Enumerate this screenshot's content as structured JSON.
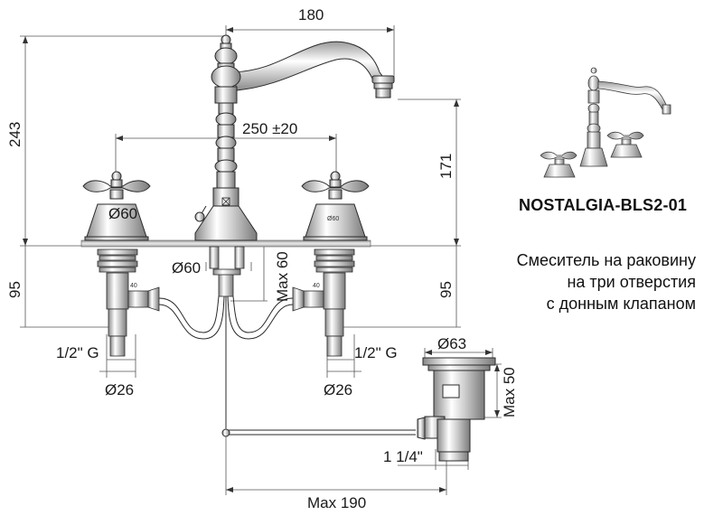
{
  "product": {
    "code": "NOSTALGIA-BLS2-01",
    "description_lines": [
      "Смеситель на раковину",
      "на три отверстия",
      "с донным клапаном"
    ]
  },
  "dimensions": {
    "spout_reach": "180",
    "total_height": "243",
    "spout_height": "171",
    "handle_spacing": "250 ±20",
    "handle_rosette_dia": "Ø60",
    "handle_rosette_dia_small": "Ø60",
    "body_base_dia": "Ø60",
    "max_depth_body": "Max 60",
    "below_deck_left": "95",
    "below_deck_right": "95",
    "thread_left": "1/2\" G",
    "thread_right": "1/2\" G",
    "shank_dia_left": "Ø26",
    "shank_dia_right": "Ø26",
    "drain_flange_dia": "Ø63",
    "drain_max_height": "Max 50",
    "drain_thread": "1 1/4\"",
    "rod_max_length": "Max 190",
    "small_mark_1": "40",
    "small_mark_2": "40"
  },
  "colors": {
    "line": "#2a2a2a",
    "dim_line": "#555555",
    "chrome_light": "#f2f2f2",
    "chrome_mid": "#bdbdbd",
    "chrome_dark": "#6e6e6e",
    "deck": "#d0d0d0"
  }
}
